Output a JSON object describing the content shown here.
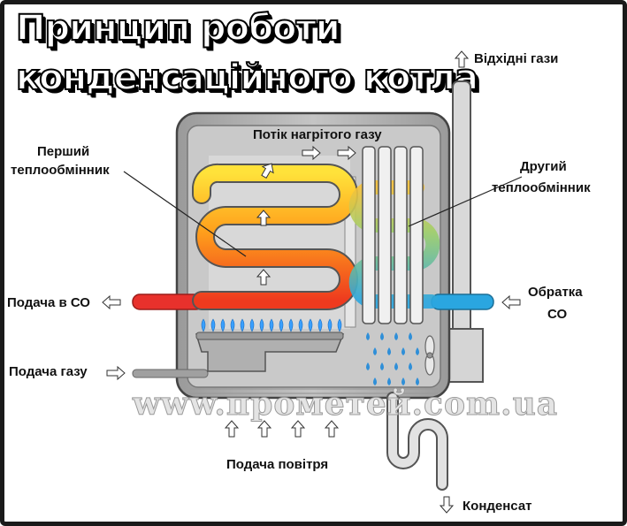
{
  "title": {
    "line1": "Принцип роботи",
    "line2": "конденсаційного котла"
  },
  "labels": {
    "exhaust": "Відхідні гази",
    "hot_gas_flow": "Потік нагрітого газу",
    "first_exchanger_1": "Перший",
    "first_exchanger_2": "теплообмінник",
    "second_exchanger_1": "Другий",
    "second_exchanger_2": "теплообмінник",
    "supply_heating": "Подача в СО",
    "return_heating_1": "Обратка",
    "return_heating_2": "СО",
    "gas_supply": "Подача газу",
    "air_supply": "Подача повітря",
    "condensate": "Конденсат"
  },
  "watermark": "www.прометей.com.ua",
  "colors": {
    "hot_pipe": "#e8312c",
    "cold_pipe": "#2aa6e0",
    "flame": "#3aa0ff",
    "droplet": "#2f8fd8",
    "casing": "#8a8a8a",
    "inner": "#cfcfcf"
  },
  "icons": [
    "arrow-left-icon",
    "arrow-up-icon",
    "arrow-down-icon",
    "arrow-right-icon",
    "flame-icon",
    "droplet-icon",
    "fan-icon"
  ]
}
